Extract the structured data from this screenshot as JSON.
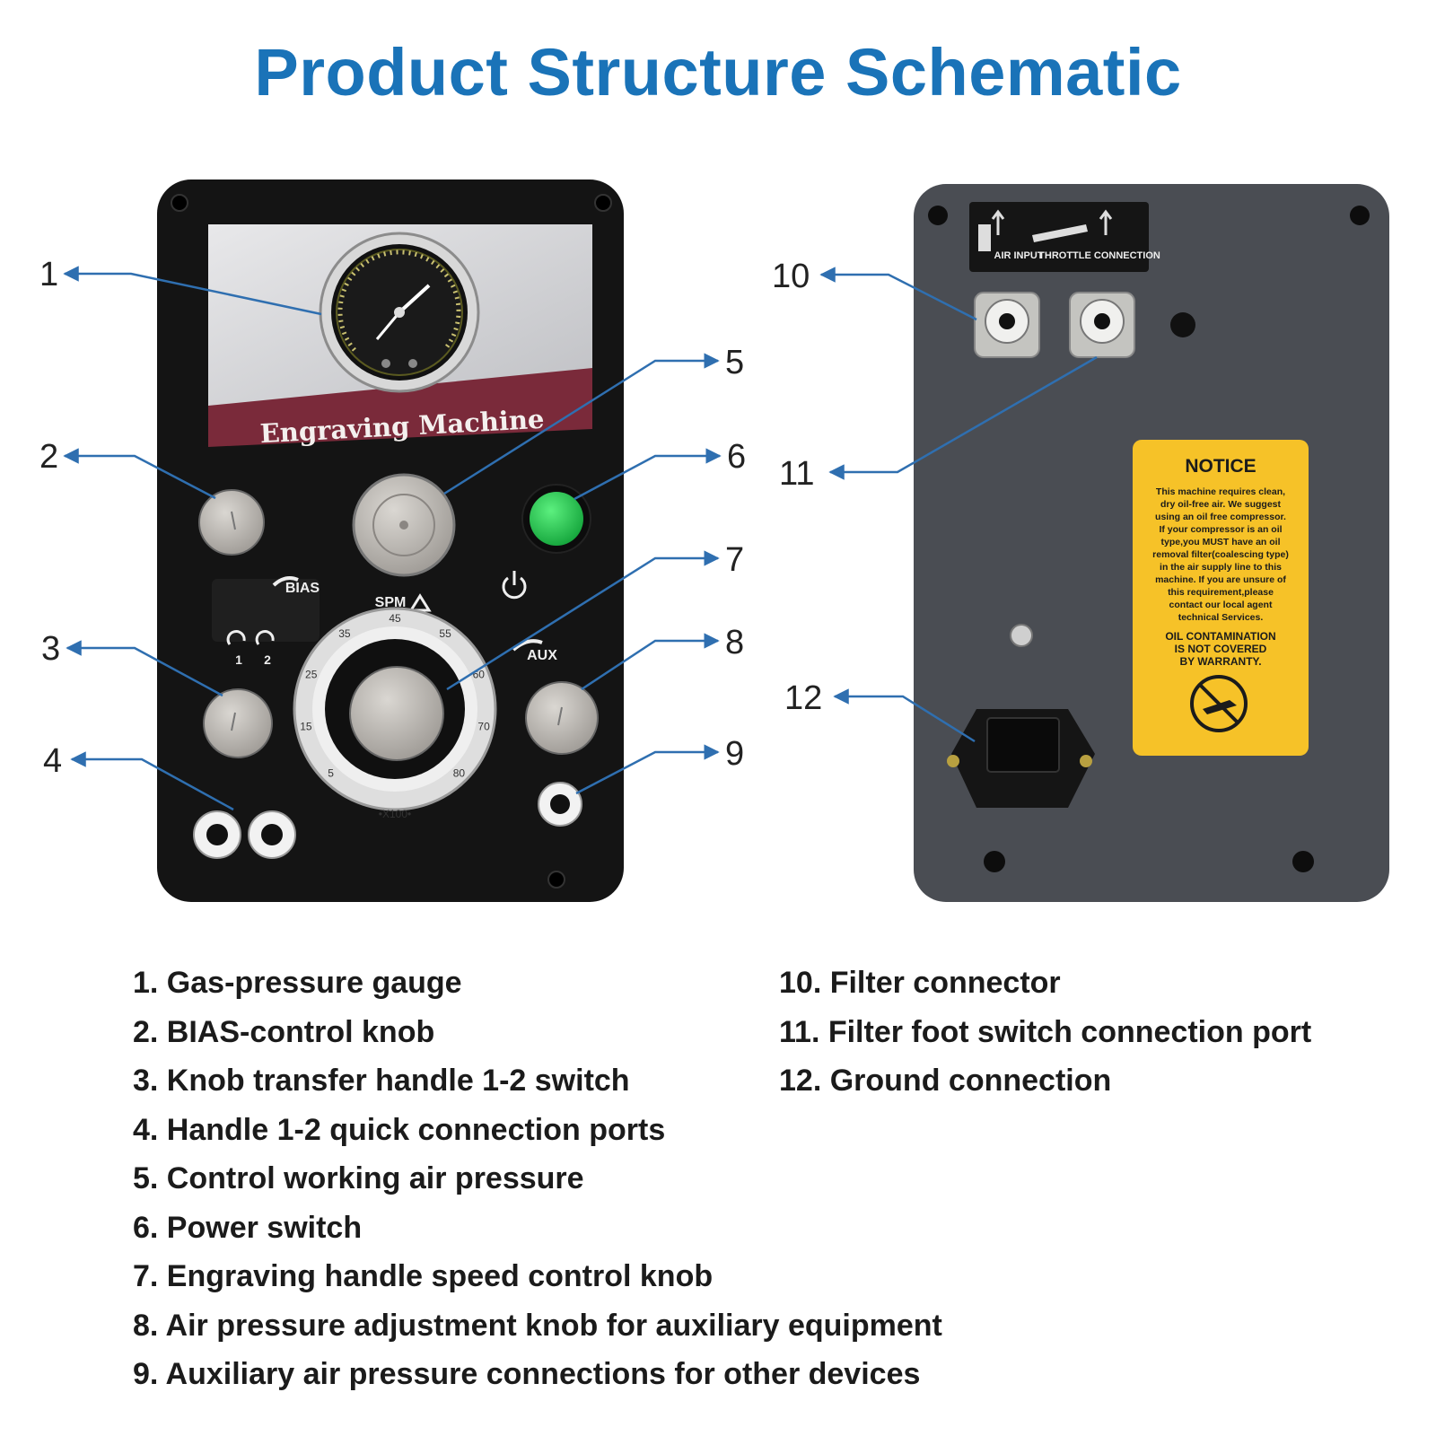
{
  "title": "Product Structure Schematic",
  "front_panel": {
    "label": "Engraving Machine",
    "bias_label": "BIAS",
    "spm_label": "SPM",
    "aux_label": "AUX",
    "handle_1": "1",
    "handle_2": "2",
    "dial_marks": [
      "5",
      "15",
      "25",
      "35",
      "45",
      "55",
      "60",
      "70",
      "80"
    ],
    "dial_multiplier": "•X100•"
  },
  "rear_panel": {
    "air_input_label": "AIR INPUT",
    "throttle_label": "THROTTLE CONNECTION",
    "notice": {
      "heading": "NOTICE",
      "lines": [
        "This machine requires clean,",
        "dry oil-free air. We suggest",
        "using an oil free compressor.",
        "If your compressor is an oil",
        "type,you MUST have an oil",
        "removal filter(coalescing type)",
        "in the air supply line to this",
        "machine. If you are unsure of",
        "this requirement,please",
        "contact our local agent",
        "technical Services."
      ],
      "warning_lines": [
        "OIL CONTAMINATION",
        "IS NOT COVERED",
        "BY WARRANTY."
      ]
    }
  },
  "callouts": {
    "c1": "1",
    "c2": "2",
    "c3": "3",
    "c4": "4",
    "c5": "5",
    "c6": "6",
    "c7": "7",
    "c8": "8",
    "c9": "9",
    "c10": "10",
    "c11": "11",
    "c12": "12"
  },
  "legend_left": [
    "1. Gas-pressure gauge",
    "2. BIAS-control knob",
    "3. Knob transfer handle 1-2 switch",
    "4. Handle 1-2 quick connection ports",
    "5. Control working air pressure",
    "6. Power switch",
    "7. Engraving handle speed control knob",
    "8. Air pressure adjustment knob for auxiliary equipment",
    "9. Auxiliary air pressure connections for other devices"
  ],
  "legend_right": [
    "10. Filter connector",
    "11. Filter foot switch connection port",
    "12. Ground connection"
  ],
  "colors": {
    "title": "#1a73b8",
    "callout_line": "#2f6fb0",
    "panel_front": "#141414",
    "panel_rear": "#4a4d53",
    "label_band": "#7a2a3a",
    "notice_bg": "#f6c228",
    "power_button": "#22c24a",
    "knob": "#b9b6b2"
  }
}
